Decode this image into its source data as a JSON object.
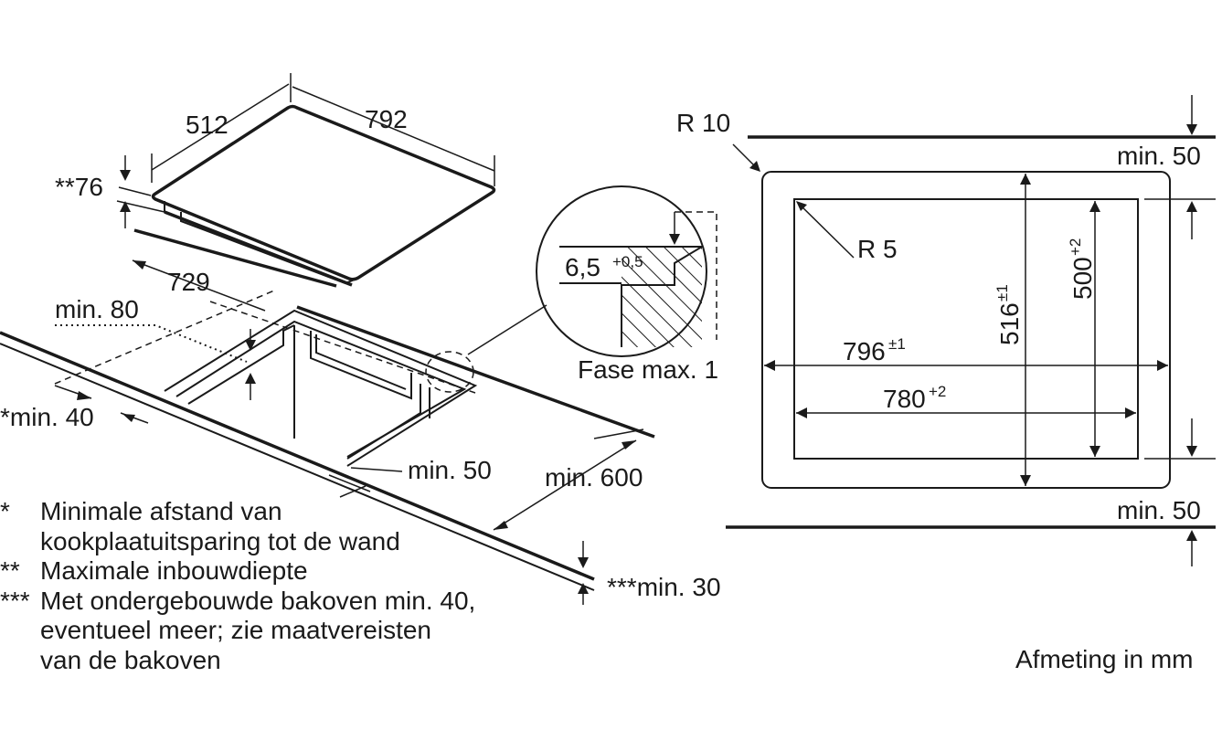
{
  "isometric": {
    "width_label": "792",
    "depth_label": "512",
    "height_label": "**76",
    "frame_label": "729",
    "min_80": "min. 80",
    "min_40": "*min. 40",
    "min_50": "min. 50",
    "min_600": "min. 600",
    "min_30": "***min. 30"
  },
  "detail": {
    "thickness_value": "6,5",
    "thickness_tolerance": "+0,5",
    "bevel_label": "Fase max. 1"
  },
  "cutout_plan": {
    "outer_radius": "R 10",
    "inner_radius": "R 5",
    "outer_width": "796",
    "outer_width_tol": "±1",
    "inner_width": "780",
    "inner_width_tol": "+2",
    "outer_depth": "516",
    "outer_depth_tol": "±1",
    "inner_depth": "500",
    "inner_depth_tol": "+2",
    "top_clearance": "min. 50",
    "bottom_clearance": "min. 50"
  },
  "legend": [
    {
      "marker": "*",
      "lines": [
        "Minimale afstand van",
        "kookplaatuitsparing tot de wand"
      ]
    },
    {
      "marker": "**",
      "lines": [
        "Maximale inbouwdiepte"
      ]
    },
    {
      "marker": "***",
      "lines": [
        "Met ondergebouwde bakoven min. 40,",
        "eventueel meer; zie maatvereisten",
        "van de bakoven"
      ]
    }
  ],
  "unit_note": "Afmeting in mm"
}
